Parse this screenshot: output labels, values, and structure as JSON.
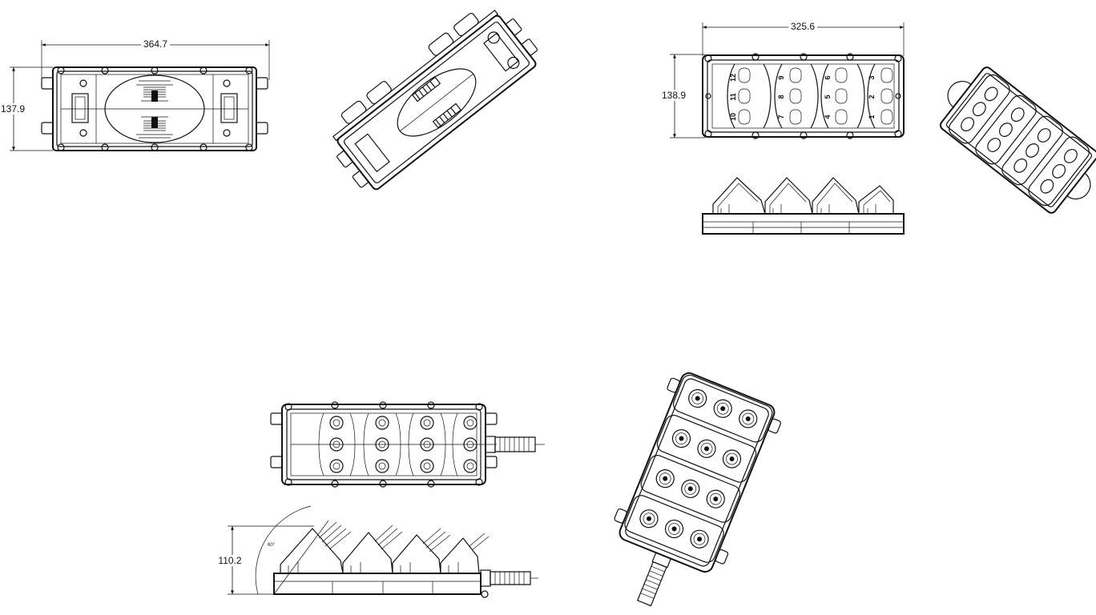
{
  "dimensions": {
    "top_left_width": "364.7",
    "top_left_height": "137.9",
    "top_right_width": "325.6",
    "top_right_height": "138.9",
    "bottom_height": "110.2",
    "bottom_angle": "60°"
  },
  "port_numbers": {
    "top_row": [
      "12",
      "9",
      "6",
      "3"
    ],
    "middle_row": [
      "11",
      "8",
      "5",
      "2"
    ],
    "bottom_row": [
      "10",
      "7",
      "4",
      "1"
    ]
  }
}
